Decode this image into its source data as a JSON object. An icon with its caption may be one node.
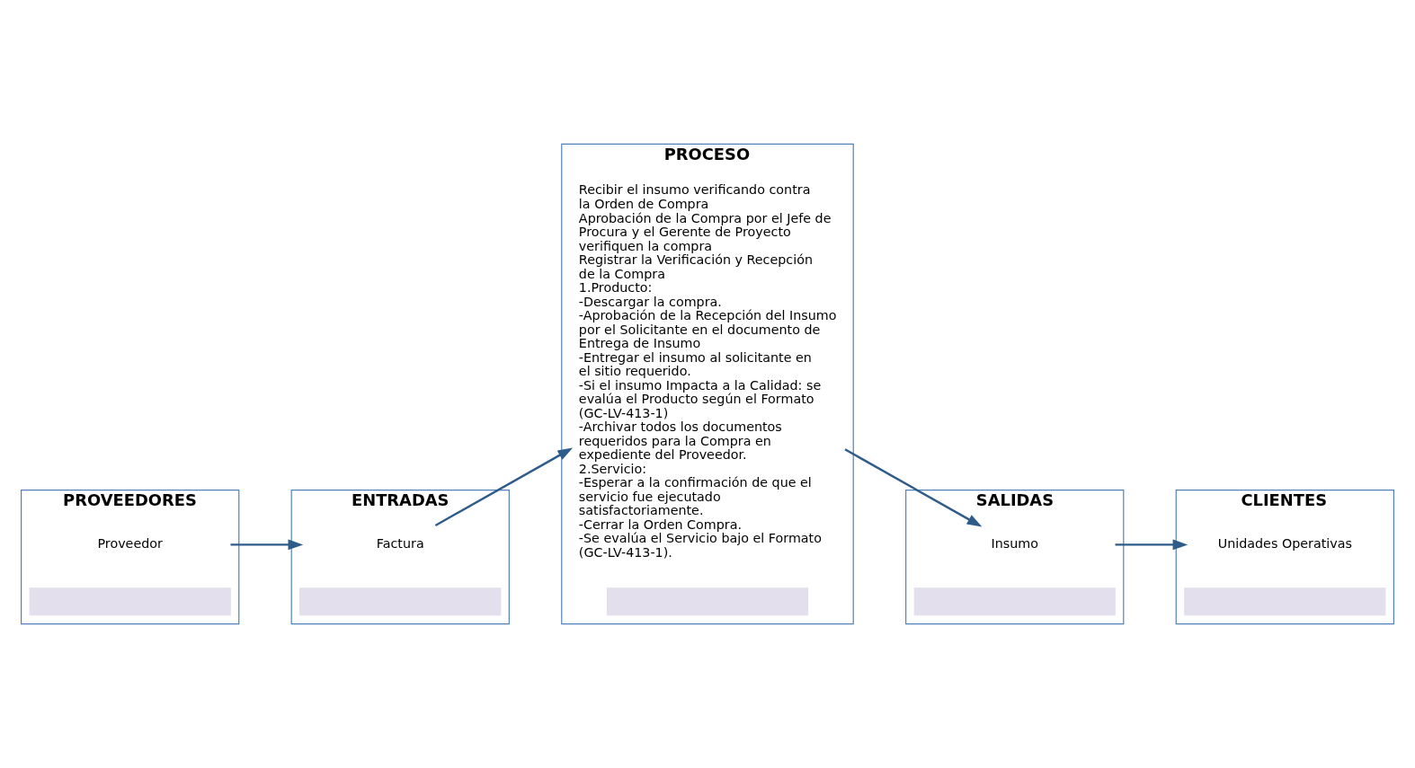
{
  "diagram": {
    "nodes": [
      {
        "text": [
          "PROVEEDORES"
        ]
      },
      {
        "text": [],
        "shape": "bar",
        "in": 0
      },
      {
        "text": [
          "Proveedor"
        ],
        "in": 0
      },
      {
        "text": [
          "ENTRADAS"
        ]
      },
      {
        "text": [],
        "shape": "bar",
        "in": 3
      },
      {
        "text": [
          "Factura"
        ],
        "in": 3
      },
      {
        "text": [
          "PROCESO"
        ]
      },
      {
        "text": [],
        "shape": "bar",
        "in": 6
      },
      {
        "text": [
          "Recibir el insumo verificando contra la Orden de Compra",
          "Aprobación de la Compra por el Jefe de Procura y el Gerente de Proyecto verifiquen la compra",
          "Registrar la Verificación y Recepción de la Compra",
          "1.Producto:",
          "-Descargar la compra.",
          "-Aprobación de la Recepción del Insumo por el Solicitante en el documento de Entrega de Insumo",
          "-Entregar el insumo al solicitante en el sitio requerido.",
          "-Si el insumo Impacta a la Calidad: se evalúa el Producto según el Formato (GC-LV-413-1)",
          "-Archivar todos los documentos requeridos para la Compra en expediente del Proveedor.",
          "2.Servicio:",
          "-Esperar a la confirmación de que el servicio fue ejecutado satisfactoriamente.",
          "-Cerrar la Orden Compra.",
          "-Se evalúa el Servicio bajo el Formato (GC-LV-413-1)."
        ],
        "in": 6
      },
      {
        "text": [
          "SALIDAS"
        ]
      },
      {
        "text": [],
        "shape": "bar",
        "in": 9
      },
      {
        "text": [
          "Insumo"
        ],
        "in": 9
      },
      {
        "text": [
          "CLIENTES"
        ]
      },
      {
        "text": [],
        "shape": "bar",
        "in": 12
      },
      {
        "text": [
          "Unidades Operativas"
        ],
        "in": 12
      }
    ],
    "edges": [
      {
        "from": 2,
        "to": 5,
        "arrow": "to"
      },
      {
        "from": 5,
        "to": 8,
        "arrow": "to"
      },
      {
        "from": 8,
        "to": 11,
        "arrow": "to"
      },
      {
        "from": 11,
        "to": 14,
        "arrow": "to"
      }
    ]
  }
}
